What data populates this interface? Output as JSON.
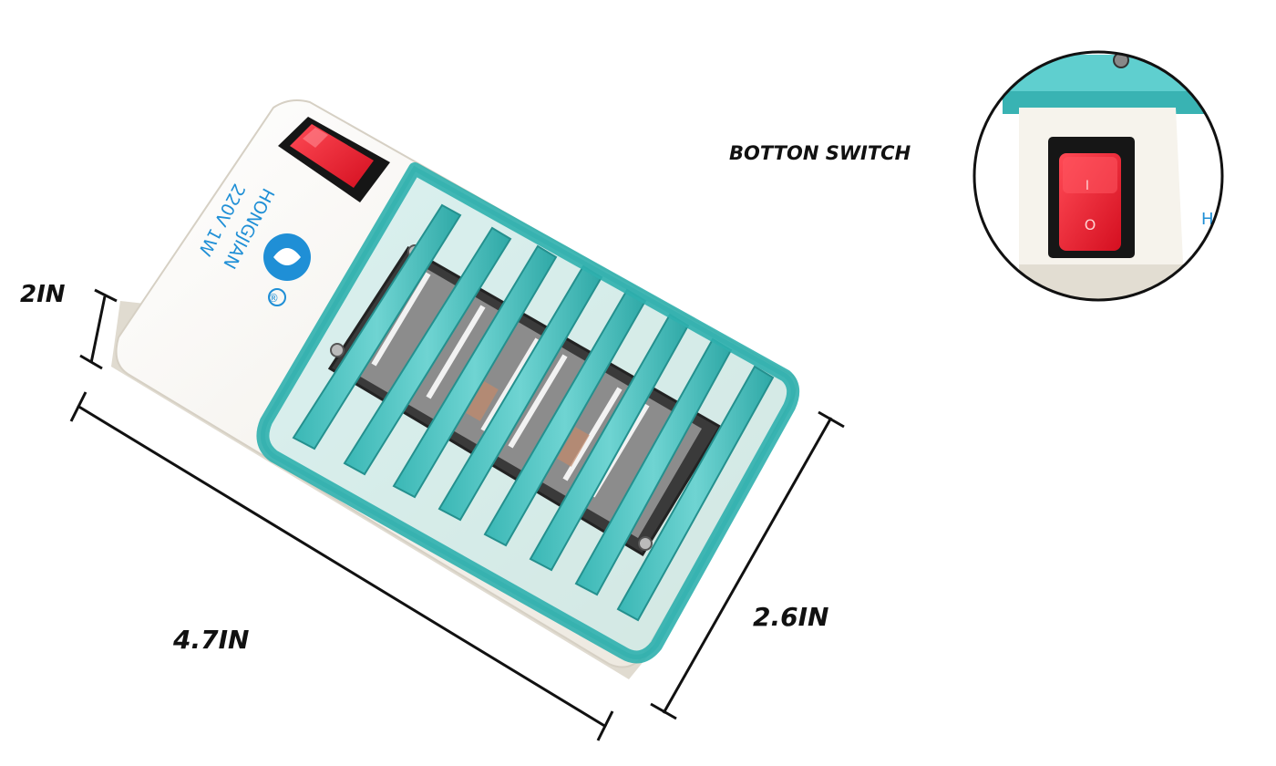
{
  "labels": {
    "height": "2IN",
    "length": "4.7IN",
    "width": "2.6IN",
    "callout": "BOTTON SWITCH"
  },
  "product": {
    "brand": "HONGJIAN",
    "rating": "220V 1W",
    "registered_mark": "®",
    "switch_mark_on": "I",
    "switch_mark_off": "O"
  },
  "colors": {
    "body": "#f4f1ea",
    "shell_shadow": "#dcd7cc",
    "grille": "#43c2c0",
    "grille_dark": "#2a9d9b",
    "switch_red": "#ee1c2e",
    "switch_frame": "#161616",
    "brand_blue": "#1f8fd6",
    "dimension_line": "#111111"
  },
  "icons": {
    "logo": "brand-logo-icon",
    "switch": "rocker-switch-icon"
  }
}
